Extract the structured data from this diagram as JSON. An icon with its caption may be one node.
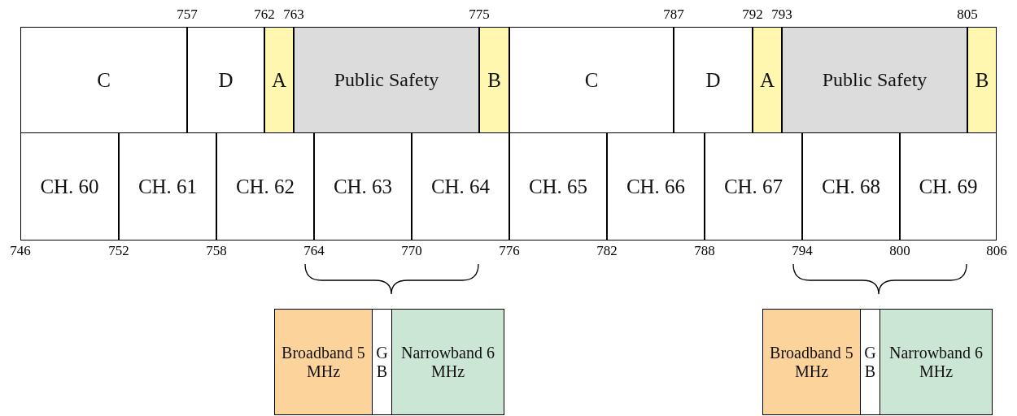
{
  "diagram": {
    "nodes": [
      {
        "text": [
          "C"
        ]
      },
      {
        "text": [
          "D"
        ]
      },
      {
        "text": [
          "A"
        ]
      },
      {
        "text": [
          "Public Safety"
        ]
      },
      {
        "text": [
          "B"
        ]
      },
      {
        "text": [
          "C"
        ]
      },
      {
        "text": [
          "D"
        ]
      },
      {
        "text": [
          "A"
        ]
      },
      {
        "text": [
          "Public Safety"
        ]
      },
      {
        "text": [
          "B"
        ]
      },
      {
        "text": [
          "CH. 60"
        ]
      },
      {
        "text": [
          "CH. 61"
        ]
      },
      {
        "text": [
          "CH. 62"
        ]
      },
      {
        "text": [
          "CH. 63"
        ]
      },
      {
        "text": [
          "CH. 64"
        ]
      },
      {
        "text": [
          "CH. 65"
        ]
      },
      {
        "text": [
          "CH. 66"
        ]
      },
      {
        "text": [
          "CH. 67"
        ]
      },
      {
        "text": [
          "CH. 68"
        ]
      },
      {
        "text": [
          "CH. 69"
        ]
      },
      {
        "text": [
          "Broadband 5 MHz"
        ]
      },
      {
        "text": [
          "G B"
        ]
      },
      {
        "text": [
          "Narrowband 6 MHz"
        ]
      },
      {
        "text": [
          "Broadband 5 MHz"
        ]
      },
      {
        "text": [
          "G B"
        ]
      },
      {
        "text": [
          "Narrowband 6 MHz"
        ]
      }
    ],
    "labels": [
      "757",
      "762",
      "763",
      "775",
      "787",
      "792",
      "793",
      "805",
      "746",
      "752",
      "758",
      "764",
      "770",
      "776",
      "782",
      "788",
      "794",
      "800",
      "806"
    ]
  }
}
